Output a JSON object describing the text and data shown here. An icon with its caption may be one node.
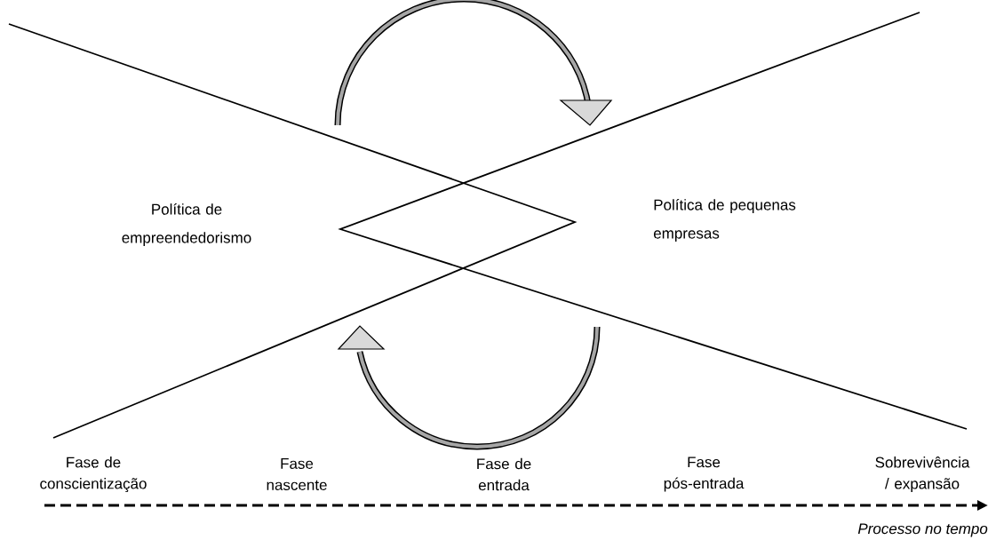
{
  "diagram": {
    "labels": [
      "Política de empreendedorismo",
      "Política de pequenas empresas",
      "Fase de conscientização",
      "Fase nascente",
      "Fase de entrada",
      "Fase pós-entrada",
      "Sobrevivência / expansão",
      "Processo no tempo"
    ]
  }
}
